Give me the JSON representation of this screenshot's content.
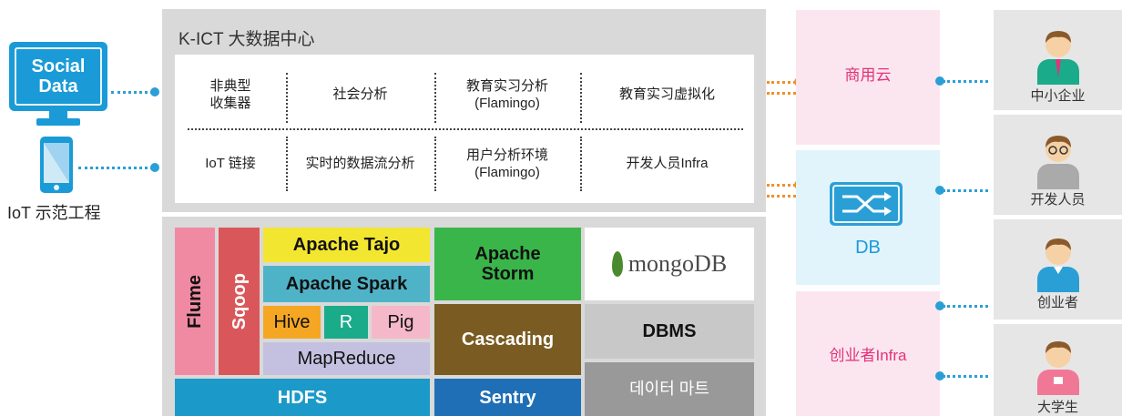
{
  "sources": {
    "social_line1": "Social",
    "social_line2": "Data",
    "iot_label": "IoT 示范工程"
  },
  "center": {
    "title": "K-ICT 大数据中心",
    "grid": [
      [
        "非典型\n收集器",
        "社会分析",
        "教育实习分析\n(Flamingo)",
        "教育实习虚拟化"
      ],
      [
        "IoT 链接",
        "实时的数据流分析",
        "用户分析环境\n(Flamingo)",
        "开发人员Infra"
      ]
    ]
  },
  "stack": {
    "flume": "Flume",
    "sqoop": "Sqoop",
    "tajo": "Apache Tajo",
    "spark": "Apache Spark",
    "hive": "Hive",
    "r": "R",
    "pig": "Pig",
    "mapreduce": "MapReduce",
    "storm": "Apache\nStorm",
    "cascading": "Cascading",
    "mongo": "mongoDB",
    "dbms": "DBMS",
    "datamart": "데이터 마트",
    "hdfs": "HDFS",
    "sentry": "Sentry"
  },
  "services": {
    "cloud": "商用云",
    "db": "DB",
    "startup_infra": "创业者Infra"
  },
  "users": [
    "中小企业",
    "开发人员",
    "创业者",
    "大学生"
  ],
  "colors": {
    "flume": "#f08aa3",
    "sqoop": "#d9575a",
    "tajo": "#f3e630",
    "spark": "#4fb3c7",
    "hive": "#f5a623",
    "r": "#1aab8a",
    "pig": "#f5b8c8",
    "mapreduce": "#c4c0e0",
    "storm": "#3ab54a",
    "cascading": "#7a5c22",
    "dbms": "#c8c8c8",
    "datamart": "#999999",
    "hdfs": "#1b9ac9",
    "sentry": "#1f6fb6",
    "cloud_bg": "#fbe6ef",
    "db_bg": "#e1f3fb",
    "pink_text": "#e2337b",
    "blue_text": "#1b9ad9"
  }
}
